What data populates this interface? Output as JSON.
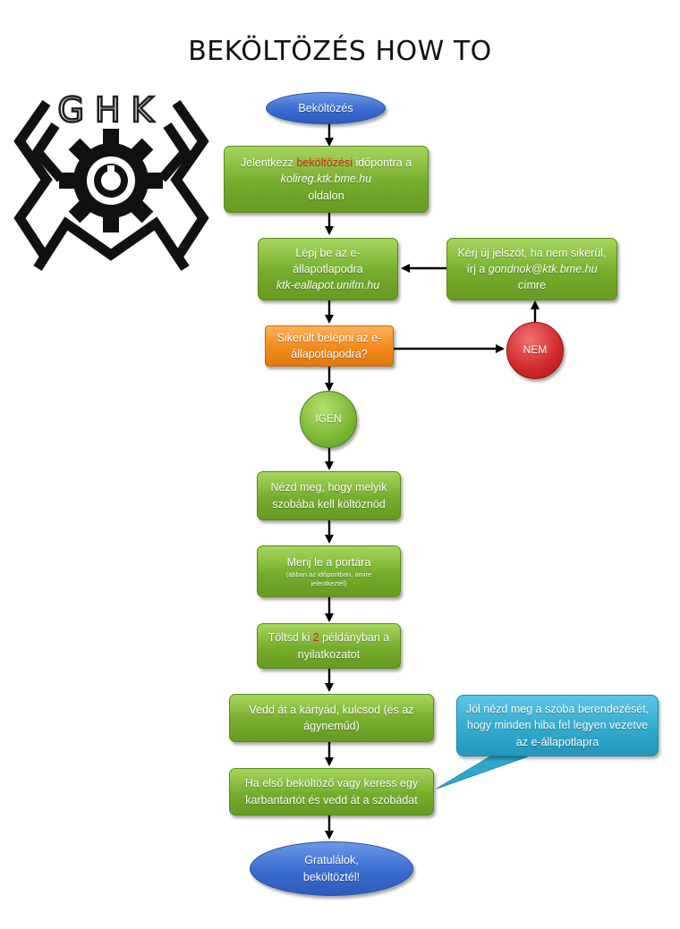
{
  "title": "BEKÖLTÖZÉS HOW TO",
  "logo": {
    "text": "GHK"
  },
  "nodes": {
    "start": {
      "label": "Beköltözés"
    },
    "step1": {
      "l1_pre": "Jelentkezz ",
      "l1_hl": "beköltözési",
      "l1_post": " időpontra a",
      "l2": "kolireg.ktk.bme.hu",
      "l3": "oldalon"
    },
    "step2": {
      "l1": "Lépj be az e-",
      "l2": "állapotlapodra",
      "l3": "ktk-eallapot.unifm.hu"
    },
    "side_new_password": {
      "l1": "Kérj új jelszót, ha nem sikerül,",
      "l2_pre": "írj a ",
      "l2_email": "gondnok@ktk.bme.hu",
      "l3": "címre"
    },
    "decision": {
      "l1": "Sikerült belépni az e-",
      "l2": "állapotlapodra?"
    },
    "no": {
      "label": "NEM"
    },
    "yes": {
      "label": "IGEN"
    },
    "step3": {
      "l1": "Nézd meg, hogy melyik",
      "l2": "szobába kell költöznöd"
    },
    "step4": {
      "l1": "Menj le a portára",
      "small1": "(abban az időpontban, amire",
      "small2": "jelentkeztél)"
    },
    "step5": {
      "l1_pre": "Töltsd ki ",
      "l1_hl": "2",
      "l1_post": " példányban a",
      "l2": "nyilatkozatot"
    },
    "step6": {
      "l1": "Vedd át a kártyád, kulcsod (és az",
      "l2": "ágyneműd)"
    },
    "step7": {
      "l1": "Ha első beköltöző vagy keress egy",
      "l2": "karbantartót és vedd át a szobádat"
    },
    "callout": {
      "l1": "Jól nézd meg a szoba berendezését,",
      "l2": "hogy minden hiba fel legyen vezetve",
      "l3": "az e-állapotlapra"
    },
    "end": {
      "l1": "Gratulálok,",
      "l2": "beköltöztél!"
    }
  },
  "colors": {
    "process": "#76ac2b",
    "decision": "#f08a1c",
    "terminal": "#3a6bd0",
    "yes": "#7ab733",
    "no": "#d02828",
    "callout": "#2fa8cc",
    "highlight": "#d41b1b"
  }
}
